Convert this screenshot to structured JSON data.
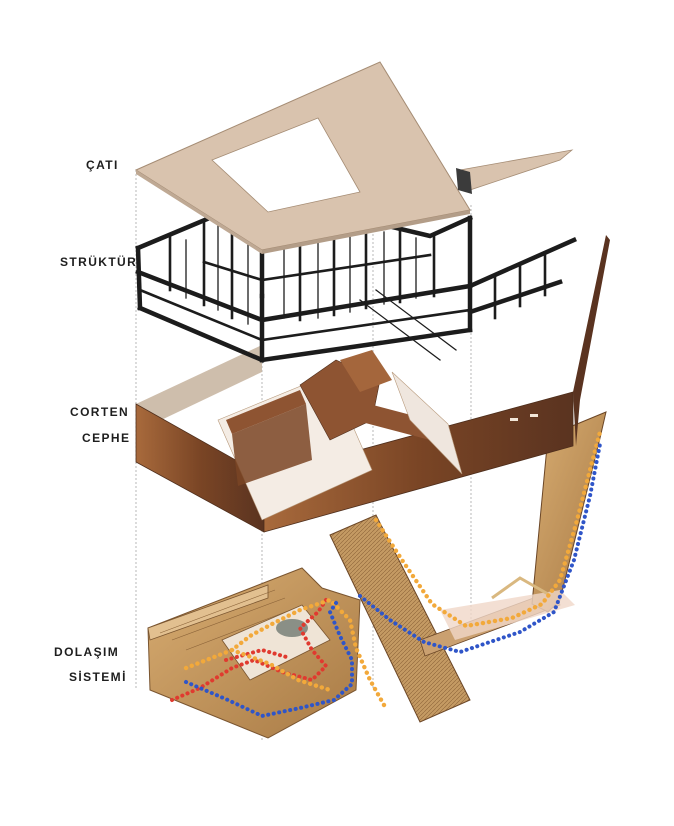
{
  "labels": {
    "cati": "ÇATI",
    "struktur": "STRÜKTÜR",
    "corten_line1": "CORTEN",
    "corten_line2": "CEPHE",
    "dolasim_line1": "DOLAŞIM",
    "dolasim_line2": "SİSTEMİ"
  },
  "colors": {
    "roof": "#d9c3ae",
    "steel": "#1c1c1c",
    "corten": "#8a5230",
    "floor": "#c89a5e",
    "route_red": "#e03a2f",
    "route_orange": "#f2a93b",
    "route_blue": "#2f55c8"
  }
}
